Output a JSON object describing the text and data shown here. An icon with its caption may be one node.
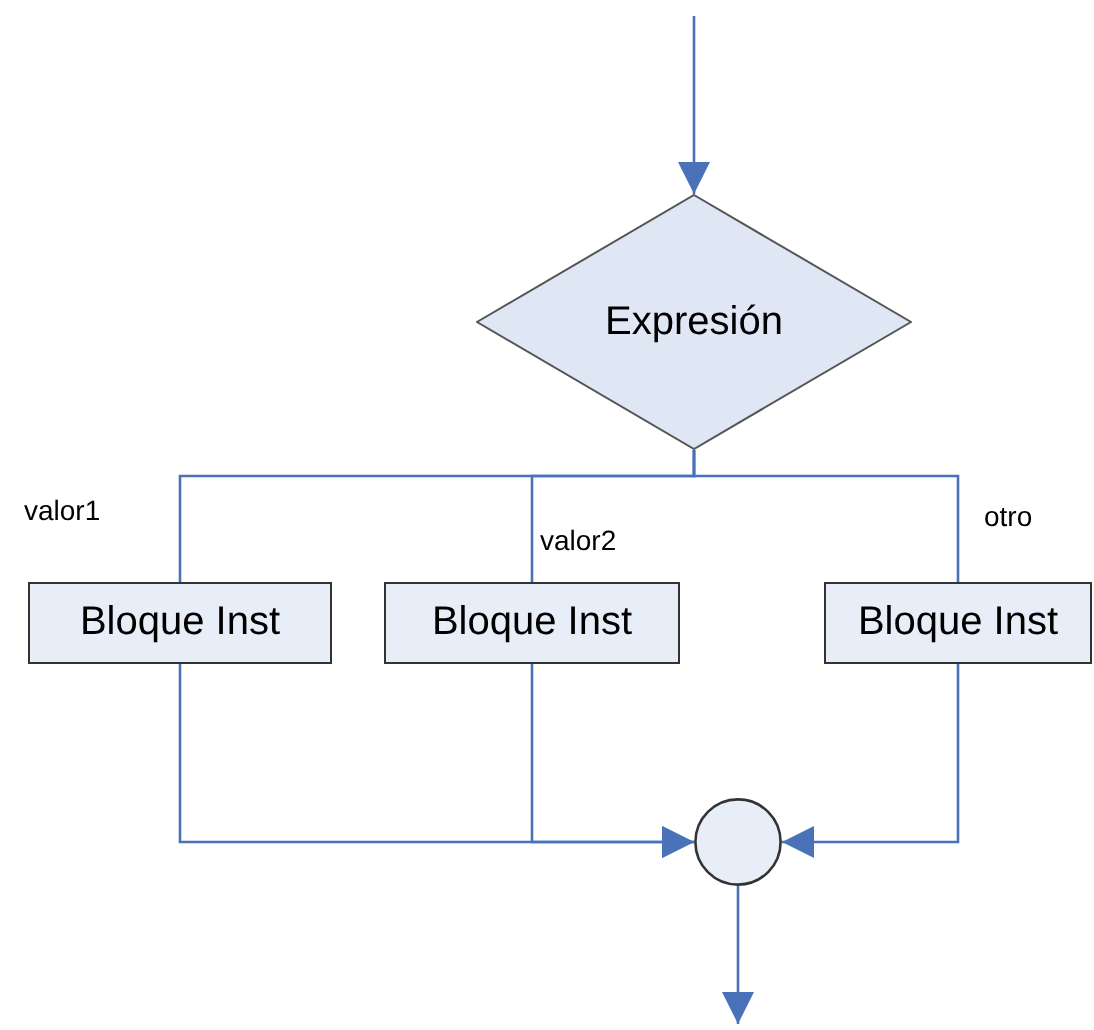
{
  "diagram": {
    "nodes": [
      {
        "text": [
          "Expresión"
        ]
      },
      {
        "text": [
          "Bloque Inst"
        ]
      },
      {
        "text": [
          "Bloque Inst"
        ]
      },
      {
        "text": [
          "Bloque Inst"
        ]
      },
      {
        "text": [],
        "shape": "circle"
      }
    ],
    "edges": [
      {
        "from": null,
        "to": 0,
        "arrow": "to"
      },
      {
        "from": 0,
        "to": 1,
        "arrow": "none",
        "label": "valor1"
      },
      {
        "from": 0,
        "to": 2,
        "arrow": "none",
        "label": "valor2"
      },
      {
        "from": 0,
        "to": 3,
        "arrow": "none",
        "label": "otro"
      },
      {
        "from": 1,
        "to": 4,
        "arrow": "to"
      },
      {
        "from": 2,
        "to": 4,
        "arrow": "to"
      },
      {
        "from": 3,
        "to": 4,
        "arrow": "to"
      },
      {
        "from": 4,
        "to": null,
        "arrow": "to"
      }
    ]
  }
}
